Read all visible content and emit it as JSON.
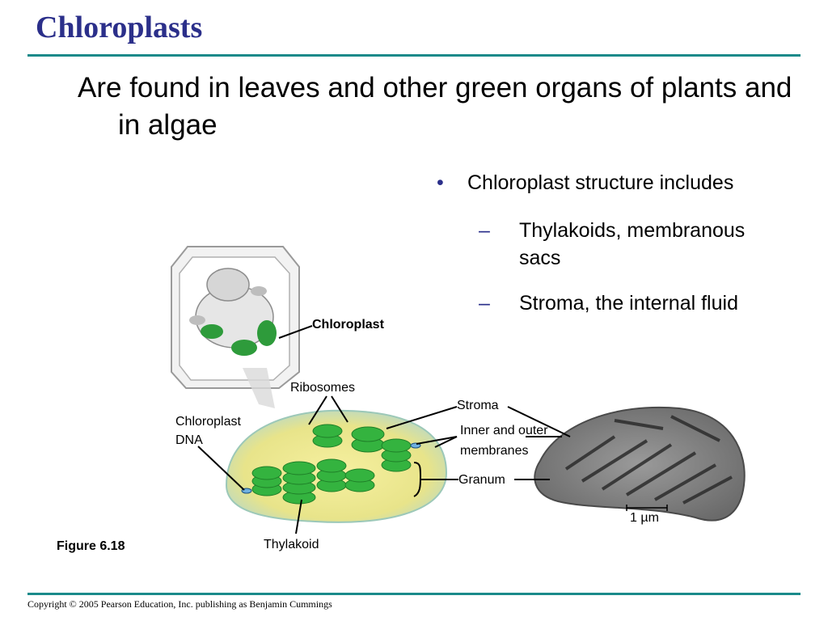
{
  "title": "Chloroplasts",
  "subtitle": "Are found in leaves and other green organs of plants and in algae",
  "bullets": {
    "main": "Chloroplast structure includes",
    "sub1": "Thylakoids, membranous sacs",
    "sub2": "Stroma, the internal fluid"
  },
  "figure": {
    "chloroplast_label": "Chloroplast",
    "ribosomes": "Ribosomes",
    "chloroplast_dna_line1": "Chloroplast",
    "chloroplast_dna_line2": "DNA",
    "stroma": "Stroma",
    "membranes_line1": "Inner and outer",
    "membranes_line2": "membranes",
    "granum": "Granum",
    "thylakoid": "Thylakoid",
    "scale": "1 µm",
    "caption": "Figure 6.18"
  },
  "copyright": "Copyright © 2005 Pearson Education, Inc. publishing as Benjamin Cummings",
  "colors": {
    "title": "#2b2f8a",
    "rule": "#1a8a8a",
    "thylakoid_green": "#2fae3a"
  }
}
